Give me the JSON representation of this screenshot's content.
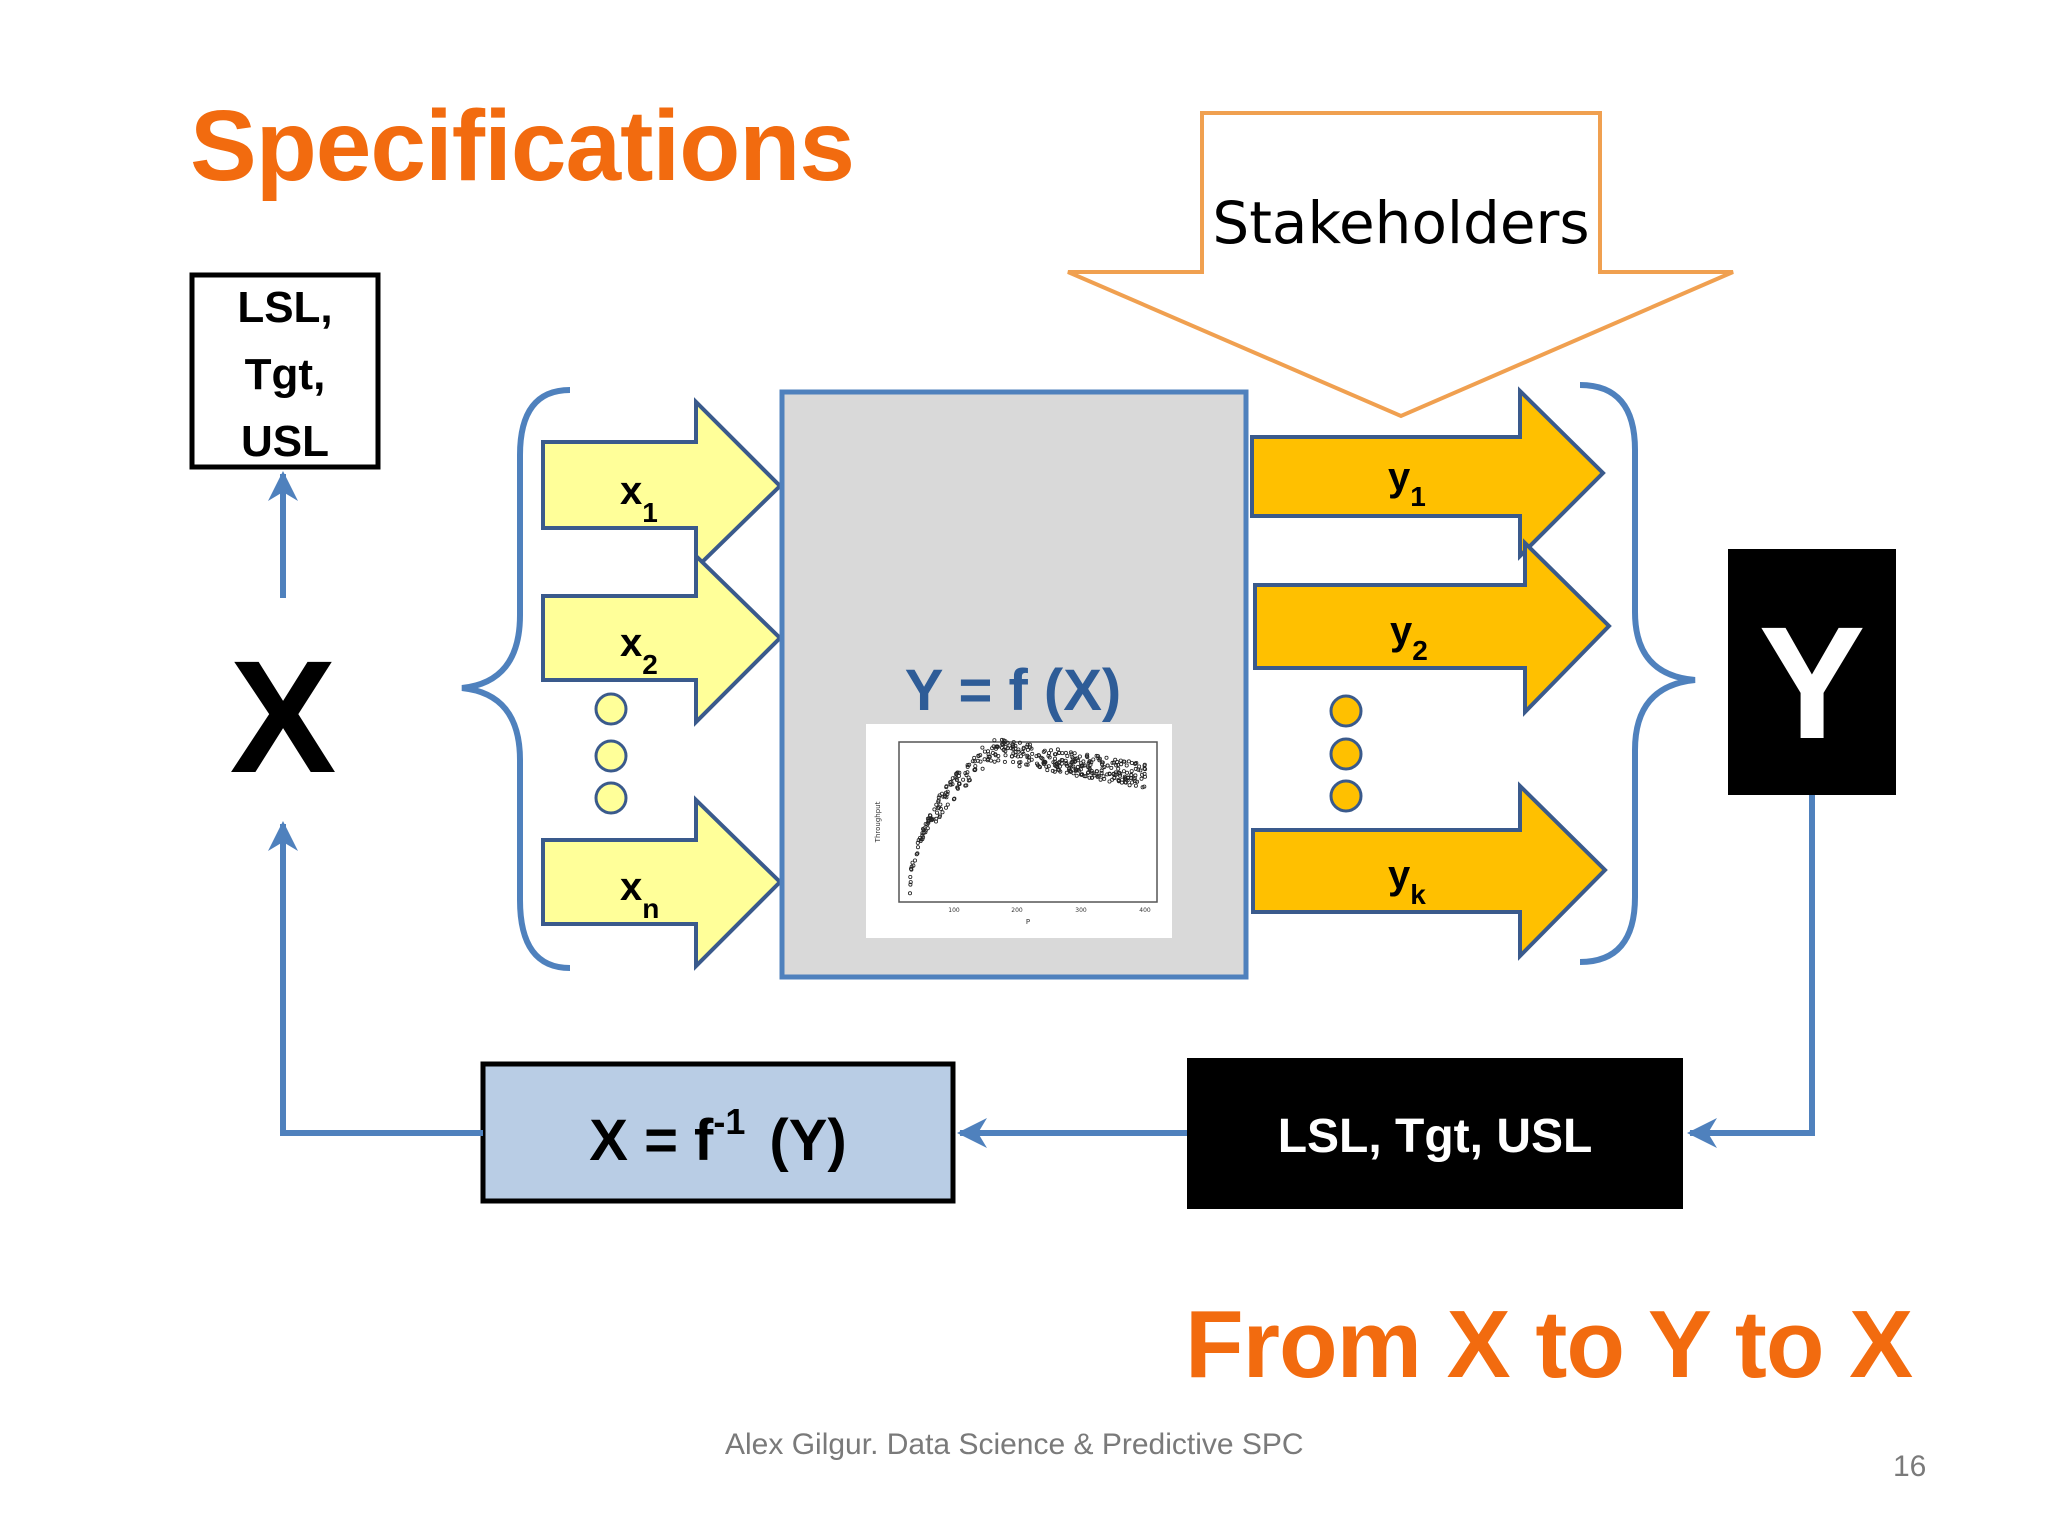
{
  "title": "Specifications",
  "subtitle": "From X to Y to X",
  "footer": {
    "credit": "Alex Gilgur.  Data Science & Predictive SPC",
    "page_number": "16"
  },
  "stakeholders_label": "Stakeholders",
  "input": {
    "big_label": "X",
    "spec_box_lines": [
      "LSL,",
      "Tgt,",
      "USL"
    ],
    "arrows": [
      {
        "base": "x",
        "sub": "1"
      },
      {
        "base": "x",
        "sub": "2"
      },
      {
        "base": "x",
        "sub": "n"
      }
    ]
  },
  "process": {
    "equation": "Y = f (X)",
    "chart_axis_y": "Throughput",
    "chart_axis_x": "P",
    "chart_x_ticks": [
      "100",
      "200",
      "300",
      "400"
    ]
  },
  "output": {
    "big_label": "Y",
    "arrows": [
      {
        "base": "y",
        "sub": "1"
      },
      {
        "base": "y",
        "sub": "2"
      },
      {
        "base": "y",
        "sub": "k"
      }
    ],
    "spec_box_label": "LSL, Tgt, USL"
  },
  "inverse": {
    "lhs": "X = f",
    "sup": "-1",
    "rhs": "(Y)"
  },
  "colors": {
    "title_orange": "#F26B0F",
    "stakeholder_orange": "#F0A050",
    "input_yellow": "#FFFF99",
    "output_gold": "#FFC000",
    "connector_blue": "#4F81BD",
    "process_gray": "#D9D9D9",
    "inverse_box_blue": "#B9CDE5"
  }
}
